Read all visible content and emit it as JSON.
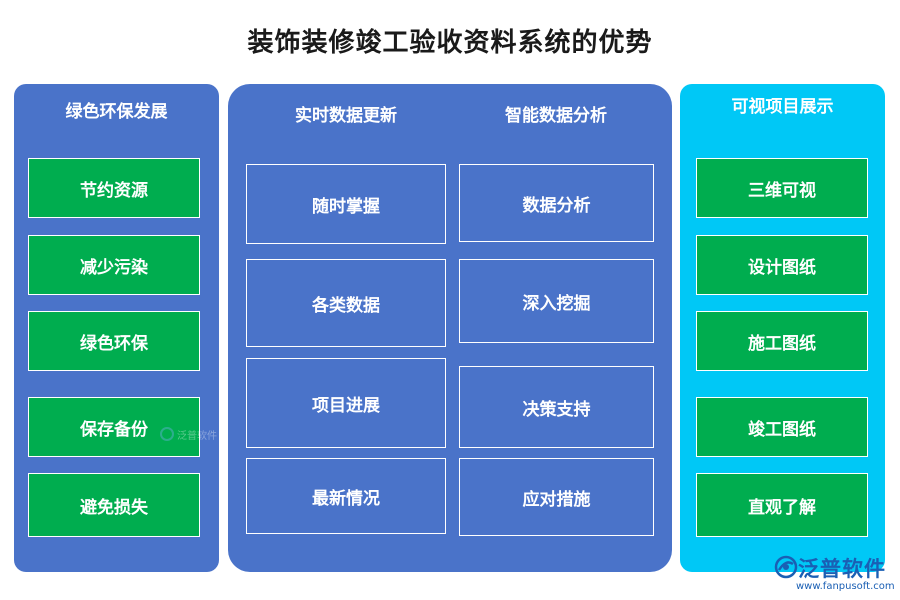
{
  "title": "装饰装修竣工验收资料系统的优势",
  "left_panel": {
    "heading": "绿色环保发展",
    "items": [
      "节约资源",
      "减少污染",
      "绿色环保",
      "保存备份",
      "避免损失"
    ]
  },
  "middle_panel": {
    "left_column": {
      "heading": "实时数据更新",
      "items": [
        "随时掌握",
        "各类数据",
        "项目进展",
        "最新情况"
      ]
    },
    "right_column": {
      "heading": "智能数据分析",
      "items": [
        "数据分析",
        "深入挖掘",
        "决策支持",
        "应对措施"
      ]
    }
  },
  "right_panel": {
    "heading": "可视项目展示",
    "items": [
      "三维可视",
      "设计图纸",
      "施工图纸",
      "竣工图纸",
      "直观了解"
    ]
  },
  "watermark": {
    "text": "泛普软件"
  },
  "logo": {
    "name": "泛普软件",
    "url": "www.fanpusoft.com"
  },
  "colors": {
    "panel_blue": "#4a73c9",
    "panel_cyan": "#00c8f6",
    "box_green": "#00ad4f",
    "logo_blue": "#1a5fb4"
  }
}
